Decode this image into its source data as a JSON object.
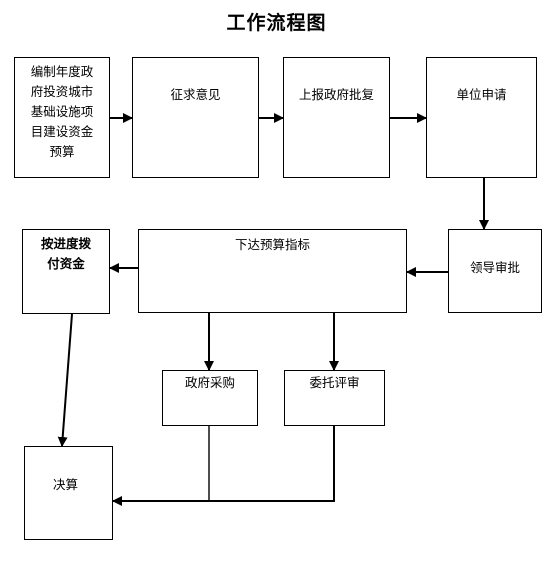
{
  "title": "工作流程图",
  "nodes": {
    "budget": {
      "text": "编制年度政府投资城市基础设施项目建设资金预算",
      "lines": [
        "编制年度政",
        "府投资城市",
        "基础设施项",
        "目建设资金",
        "预算"
      ]
    },
    "opinion": {
      "text": "征求意见"
    },
    "approval": {
      "text": "上报政府批复"
    },
    "apply": {
      "text": "单位申请"
    },
    "leader": {
      "text": "领导审批"
    },
    "issue": {
      "text": "下达预算指标"
    },
    "progress": {
      "text": "按进度拨付资金",
      "lines": [
        "按进度拨",
        "付资金"
      ]
    },
    "procure": {
      "text": "政府采购"
    },
    "review": {
      "text": "委托评审"
    },
    "final": {
      "text": "决算"
    }
  },
  "edges": [
    {
      "from": "budget",
      "to": "opinion"
    },
    {
      "from": "opinion",
      "to": "approval"
    },
    {
      "from": "approval",
      "to": "apply"
    },
    {
      "from": "apply",
      "to": "leader"
    },
    {
      "from": "leader",
      "to": "issue"
    },
    {
      "from": "issue",
      "to": "progress"
    },
    {
      "from": "issue",
      "to": "procure"
    },
    {
      "from": "issue",
      "to": "review"
    },
    {
      "from": "progress",
      "to": "final"
    },
    {
      "from": "procure",
      "to": "final"
    },
    {
      "from": "review",
      "to": "final"
    }
  ]
}
